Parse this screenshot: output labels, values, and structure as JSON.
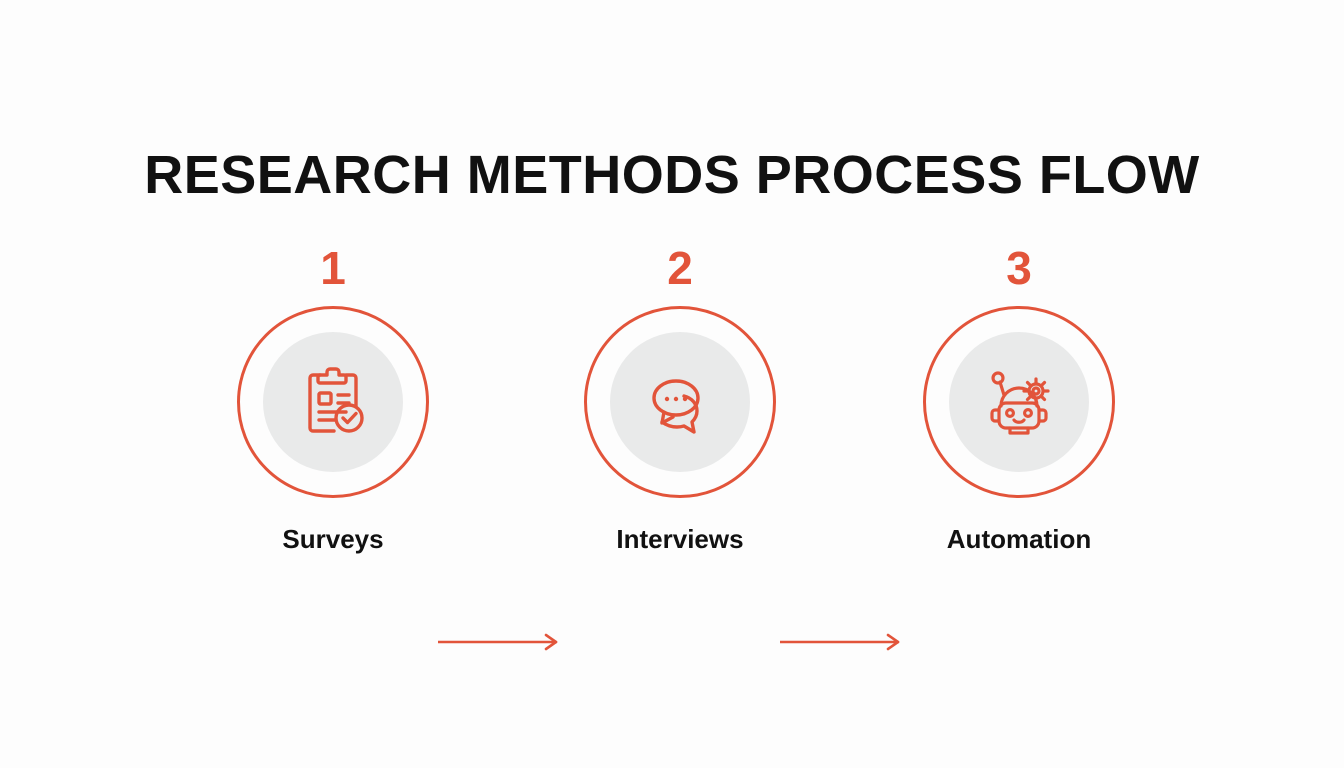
{
  "slide": {
    "background_color": "#fdfdfd",
    "title": "RESEARCH METHODS PROCESS FLOW",
    "accent_color": "#e2543a",
    "text_color": "#111111",
    "icon_disc_color": "#e9eaea"
  },
  "steps": [
    {
      "number": "1",
      "label": "Surveys",
      "icon": "clipboard-check-icon"
    },
    {
      "number": "2",
      "label": "Interviews",
      "icon": "chat-bubbles-icon"
    },
    {
      "number": "3",
      "label": "Automation",
      "icon": "robot-gear-icon"
    }
  ],
  "connectors": [
    {
      "name": "arrow-step1-to-step2",
      "icon": "arrow-right-icon"
    },
    {
      "name": "arrow-step2-to-step3",
      "icon": "arrow-right-icon"
    }
  ]
}
